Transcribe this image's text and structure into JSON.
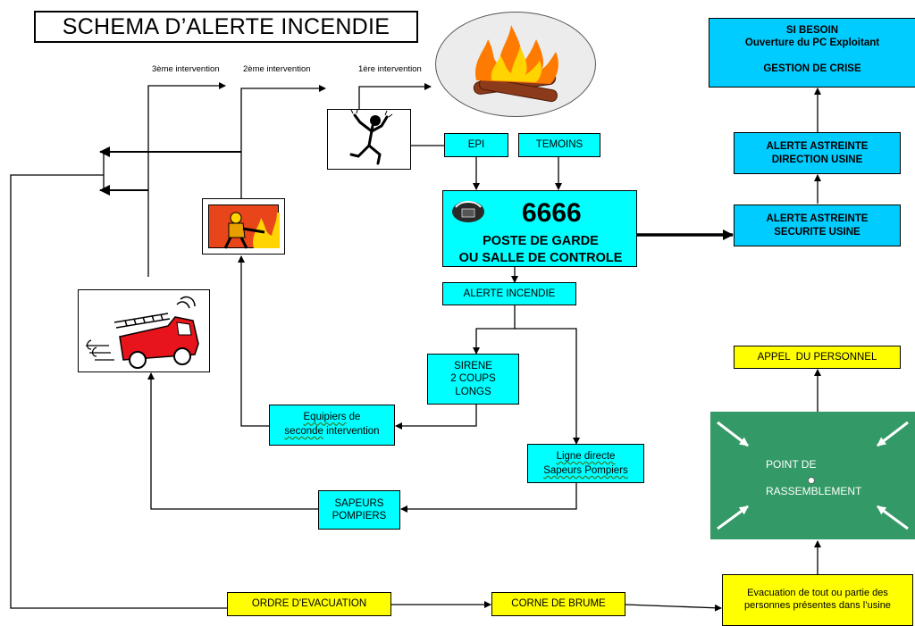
{
  "title": "SCHEMA D’ALERTE INCENDIE",
  "interventions": {
    "third": "3ème intervention",
    "second": "2ème intervention",
    "first": "1ère intervention"
  },
  "boxes": {
    "epi": "EPI",
    "temoins": "TEMOINS",
    "phone_number": "6666",
    "poste_line1": "POSTE DE GARDE",
    "poste_line2": "OU SALLE DE CONTROLE",
    "alerte_incendie": "ALERTE INCENDIE",
    "sirene": "SIRENE\n2 COUPS\nLONGS",
    "equipiers_word": "Equipiers",
    "equipiers_rest1": " de",
    "equipiers_seconde": "seconde",
    "equipiers_rest2": " intervention",
    "ligne_directe": "Ligne directe",
    "sapeurs_pompiers_u": "Sapeurs Pompiers",
    "sapeurs_pompiers": "SAPEURS\nPOMPIERS",
    "alerte_securite": "ALERTE ASTREINTE\nSECURITE USINE",
    "alerte_direction": "ALERTE ASTREINTE\nDIRECTION USINE",
    "si_besoin": "SI BESOIN\nOuverture du PC Exploitant",
    "gestion_crise": "GESTION DE CRISE",
    "appel_personnel": "APPEL  DU PERSONNEL",
    "point_line1": "POINT DE",
    "point_line2": "RASSEMBLEMENT",
    "ordre_evacuation": "ORDRE D'EVACUATION",
    "corne_brume": "CORNE DE BRUME",
    "evacuation": "Evacuation de tout ou partie des personnes présentes dans l’usine"
  },
  "icons": [
    "fire-icon",
    "panicked-person-icon",
    "firefighter-icon",
    "fire-truck-icon",
    "telephone-icon"
  ],
  "colors": {
    "cyan": "#00ffff",
    "blue": "#00ccff",
    "yellow": "#ffff00",
    "green": "#339966"
  }
}
